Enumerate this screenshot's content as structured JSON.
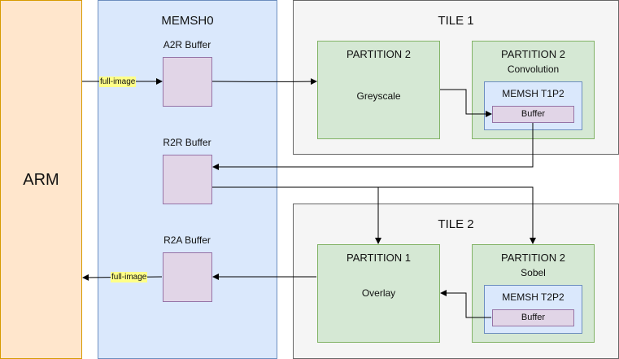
{
  "arm": {
    "label": "ARM"
  },
  "memsh0": {
    "title": "MEMSH0",
    "a2r": "A2R Buffer",
    "r2r": "R2R Buffer",
    "r2a": "R2A Buffer"
  },
  "tile1": {
    "title": "TILE 1",
    "p1": {
      "title": "PARTITION 2",
      "func": "Greyscale"
    },
    "p2": {
      "title": "PARTITION 2",
      "subtitle": "Convolution",
      "memsh": "MEMSH T1P2",
      "buffer": "Buffer"
    }
  },
  "tile2": {
    "title": "TILE 2",
    "p1": {
      "title": "PARTITION 1",
      "func": "Overlay"
    },
    "p2": {
      "title": "PARTITION 2",
      "subtitle": "Sobel",
      "memsh": "MEMSH T2P2",
      "buffer": "Buffer"
    }
  },
  "edges": {
    "in_label": "full-image",
    "out_label": "full-image"
  }
}
